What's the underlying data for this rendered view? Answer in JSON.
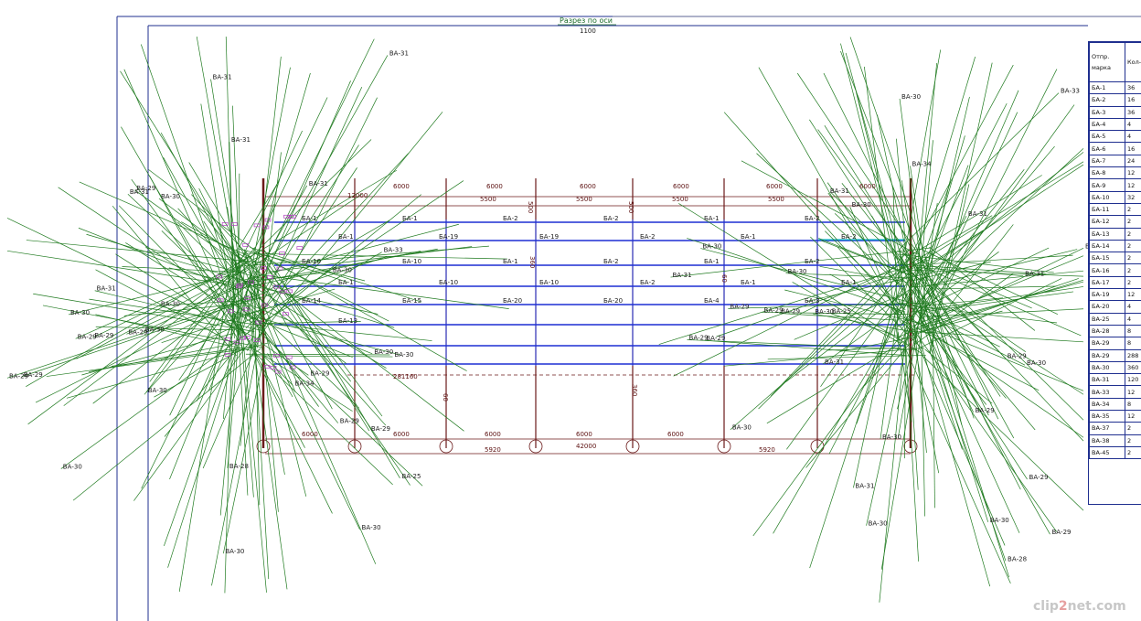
{
  "drawing": {
    "section_title": "Разрез по оси",
    "section_sub": "1100",
    "colors": {
      "leader": "#1f7a1f",
      "beam": "#1d2fd4",
      "frame": "#6b1a1a",
      "sheet_border": "#1f2f8f",
      "cyan": "#19c2c2",
      "magenta": "#b040c0"
    }
  },
  "dimensions": {
    "span_top": [
      "6000",
      "6000",
      "6000",
      "6000",
      "6000",
      "6000"
    ],
    "span_mid": [
      "5500",
      "5500",
      "5500",
      "5500"
    ],
    "span_bottom": [
      "6000",
      "6000",
      "6000",
      "6000",
      "6000"
    ],
    "totals": [
      "12000",
      "42000",
      "5920",
      "5920"
    ],
    "section_marks": [
      "500",
      "500",
      "360",
      "360",
      "60",
      "60"
    ],
    "coord": "281160"
  },
  "beam_labels": [
    "БА-1",
    "БА-1",
    "БА-2",
    "БА-2",
    "БА-1",
    "БА-2",
    "БА-1",
    "БА-19",
    "БА-19",
    "БА-2",
    "БА-1",
    "БА-2",
    "БА-10",
    "БА-10",
    "БА-1",
    "БА-2",
    "БА-1",
    "БА-2",
    "БА-1",
    "БА-10",
    "БА-10",
    "БА-2",
    "БА-1",
    "БА-1",
    "БА-14",
    "БА-15",
    "БА-20",
    "БА-20",
    "БА-4",
    "БА-3",
    "БА-13"
  ],
  "leader_labels": [
    "ВА-30",
    "ВА-29",
    "ВА-31",
    "ВА-30",
    "ВА-29",
    "ВА-30",
    "ВА-31",
    "ВА-29",
    "ВА-30",
    "ВА-31",
    "ВА-25",
    "ВА-28",
    "ВА-29",
    "ВА-30",
    "ВА-34",
    "ВА-30",
    "ВА-29",
    "ВА-31",
    "ВА-30",
    "ВА-29",
    "ВА-33",
    "ВА-30",
    "ВА-29",
    "ВА-31",
    "ВА-30",
    "ВА-29",
    "ВА-30",
    "ВА-31",
    "ВА-29",
    "ВА-30"
  ],
  "spec_table": {
    "header_mark": "Отпр. марка",
    "header_qty": "Кол-в",
    "rows": [
      {
        "mark": "БА-1",
        "qty": "36"
      },
      {
        "mark": "БА-2",
        "qty": "16"
      },
      {
        "mark": "БА-3",
        "qty": "36"
      },
      {
        "mark": "БА-4",
        "qty": "4"
      },
      {
        "mark": "БА-5",
        "qty": "4"
      },
      {
        "mark": "БА-6",
        "qty": "16"
      },
      {
        "mark": "БА-7",
        "qty": "24"
      },
      {
        "mark": "БА-8",
        "qty": "12"
      },
      {
        "mark": "БА-9",
        "qty": "12"
      },
      {
        "mark": "БА-10",
        "qty": "32"
      },
      {
        "mark": "БА-11",
        "qty": "2"
      },
      {
        "mark": "БА-12",
        "qty": "2"
      },
      {
        "mark": "БА-13",
        "qty": "2"
      },
      {
        "mark": "БА-14",
        "qty": "2"
      },
      {
        "mark": "БА-15",
        "qty": "2"
      },
      {
        "mark": "БА-16",
        "qty": "2"
      },
      {
        "mark": "БА-17",
        "qty": "2"
      },
      {
        "mark": "БА-19",
        "qty": "12"
      },
      {
        "mark": "БА-20",
        "qty": "4"
      },
      {
        "mark": "ВА-25",
        "qty": "4"
      },
      {
        "mark": "ВА-28",
        "qty": "8"
      },
      {
        "mark": "ВА-29",
        "qty": "8"
      },
      {
        "mark": "ВА-29",
        "qty": "288"
      },
      {
        "mark": "ВА-30",
        "qty": "360"
      },
      {
        "mark": "ВА-31",
        "qty": "120"
      },
      {
        "mark": "ВА-33",
        "qty": "12"
      },
      {
        "mark": "ВА-34",
        "qty": "8"
      },
      {
        "mark": "ВА-35",
        "qty": "12"
      },
      {
        "mark": "ВА-37",
        "qty": "2"
      },
      {
        "mark": "ВА-38",
        "qty": "2"
      },
      {
        "mark": "ВА-45",
        "qty": "2"
      }
    ]
  },
  "watermark": {
    "a": "clip",
    "b": "2",
    "c": "net",
    ".com": ".com"
  }
}
